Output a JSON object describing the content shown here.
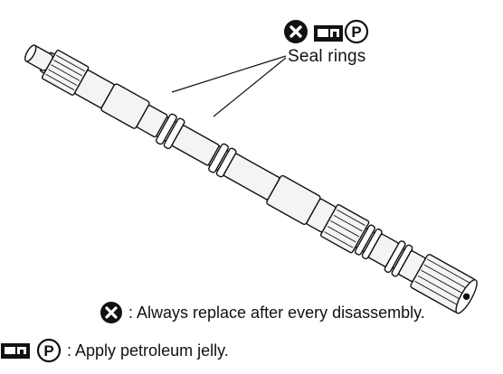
{
  "callout": {
    "label": "Seal rings"
  },
  "legend": {
    "replace_text": ": Always replace after every disassembly.",
    "jelly_text": ": Apply petroleum jelly."
  },
  "symbols": {
    "replace": "circled-x-icon",
    "jelly_container": "petroleum-jelly-container-icon",
    "petroleum": "circled-p-icon"
  },
  "colors": {
    "ink": "#111111",
    "shaft_fill": "#f4f4f4",
    "background": "#ffffff"
  }
}
